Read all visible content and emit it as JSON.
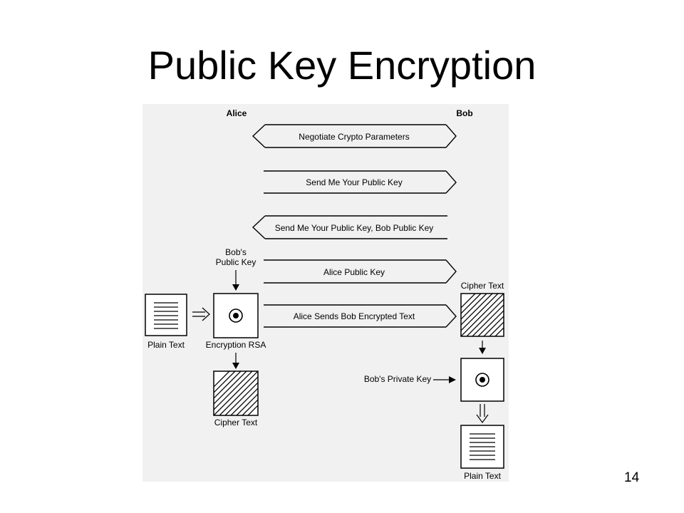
{
  "slide": {
    "title": "Public Key Encryption",
    "page_number": "14"
  },
  "diagram": {
    "parties": {
      "alice": "Alice",
      "bob": "Bob"
    },
    "messages": [
      "Negotiate Crypto Parameters",
      "Send Me Your Public Key",
      "Send Me Your Public Key, Bob Public Key",
      "Alice Public Key",
      "Alice Sends Bob Encrypted Text"
    ],
    "labels": {
      "bobs_public_key_line1": "Bob's",
      "bobs_public_key_line2": "Public Key",
      "plain_text_left": "Plain Text",
      "encryption_rsa": "Encryption RSA",
      "cipher_text_left": "Cipher Text",
      "cipher_text_right": "Cipher Text",
      "bobs_private_key": "Bob's Private Key",
      "plain_text_right": "Plain Text"
    }
  }
}
